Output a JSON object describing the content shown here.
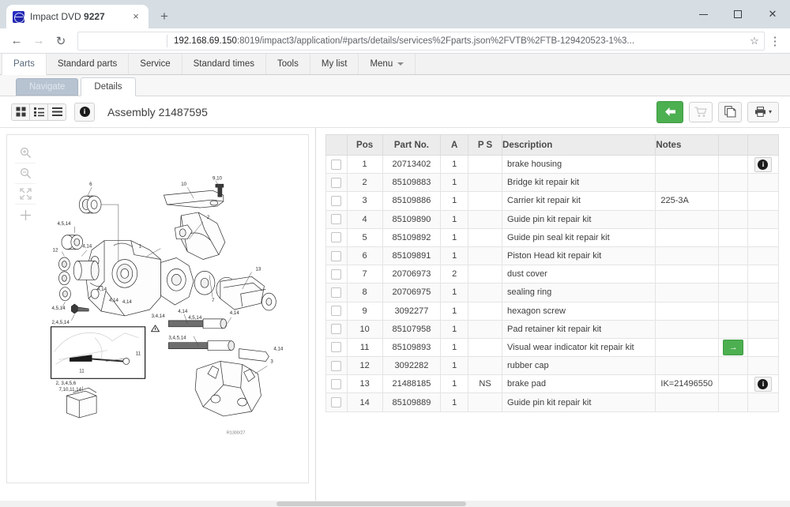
{
  "browser": {
    "tab": {
      "title_main": "Impact DVD",
      "title_bold": "9227",
      "close": "×",
      "favicon": "globe-icon"
    },
    "newtab_label": "+",
    "window": {
      "minimize": "–",
      "maximize": "□",
      "close": "✕"
    },
    "nav": {
      "back": "←",
      "forward": "→",
      "reload": "↻",
      "menu": "⋮"
    },
    "url": {
      "host": "192.168.69.150",
      "path": ":8019/impact3/application/#parts/details/services%2Fparts.json%2FVTB%2FTB-129420523-1%3...",
      "star": "☆"
    }
  },
  "mainnav": {
    "items": [
      {
        "label": "Parts",
        "active": true
      },
      {
        "label": "Standard parts",
        "active": false
      },
      {
        "label": "Service",
        "active": false
      },
      {
        "label": "Standard times",
        "active": false
      },
      {
        "label": "Tools",
        "active": false
      },
      {
        "label": "My list",
        "active": false
      },
      {
        "label": "Menu",
        "active": false,
        "caret": true
      }
    ]
  },
  "subnav": {
    "tabs": [
      {
        "label": "Navigate",
        "state": "muted"
      },
      {
        "label": "Details",
        "state": "active"
      }
    ]
  },
  "toolbar": {
    "view_grid": "grid-view-icon",
    "view_list": "list-view-icon",
    "view_rows": "rows-view-icon",
    "info": "info-icon",
    "title": "Assembly 21487595",
    "back": "back-arrow-icon",
    "cart": "cart-icon",
    "copy": "copy-icon",
    "print": "printer-icon",
    "print_caret": "▾"
  },
  "drawing": {
    "zoom_in": "zoom-in-icon",
    "zoom_out": "zoom-out-icon",
    "fit": "fit-screen-icon",
    "pan": "pan-icon",
    "drawing_id": "R1300/27",
    "callouts": [
      "6",
      "4,5,14",
      "4,14",
      "12",
      "4,5,14",
      "2,4,5,14",
      "1",
      "10",
      "9,10",
      "2",
      "4,14",
      "4,5,14",
      "3,4,14",
      "4,14",
      "3,4,5,14",
      "4,14",
      "11",
      "11",
      "2, 3,4,5,6",
      "7,10,11,14",
      "13",
      "3,4,5,14",
      "4,14",
      "3",
      "7",
      "4,14"
    ]
  },
  "table": {
    "columns": [
      {
        "key": "chk",
        "label": ""
      },
      {
        "key": "pos",
        "label": "Pos"
      },
      {
        "key": "part",
        "label": "Part No."
      },
      {
        "key": "a",
        "label": "A"
      },
      {
        "key": "ps",
        "label": "P S"
      },
      {
        "key": "desc",
        "label": "Description"
      },
      {
        "key": "notes",
        "label": "Notes"
      },
      {
        "key": "x1",
        "label": ""
      },
      {
        "key": "x2",
        "label": ""
      }
    ],
    "rows": [
      {
        "pos": "1",
        "part": "20713402",
        "a": "1",
        "ps": "",
        "desc": "brake housing",
        "notes": "",
        "x1": "",
        "x2": "info"
      },
      {
        "pos": "2",
        "part": "85109883",
        "a": "1",
        "ps": "",
        "desc": "Bridge kit repair kit",
        "notes": "",
        "x1": "",
        "x2": ""
      },
      {
        "pos": "3",
        "part": "85109886",
        "a": "1",
        "ps": "",
        "desc": "Carrier kit repair kit",
        "notes": "225-3A",
        "x1": "",
        "x2": ""
      },
      {
        "pos": "4",
        "part": "85109890",
        "a": "1",
        "ps": "",
        "desc": "Guide pin kit repair kit",
        "notes": "",
        "x1": "",
        "x2": ""
      },
      {
        "pos": "5",
        "part": "85109892",
        "a": "1",
        "ps": "",
        "desc": "Guide pin seal kit repair kit",
        "notes": "",
        "x1": "",
        "x2": ""
      },
      {
        "pos": "6",
        "part": "85109891",
        "a": "1",
        "ps": "",
        "desc": "Piston Head kit repair kit",
        "notes": "",
        "x1": "",
        "x2": ""
      },
      {
        "pos": "7",
        "part": "20706973",
        "a": "2",
        "ps": "",
        "desc": "dust cover",
        "notes": "",
        "x1": "",
        "x2": ""
      },
      {
        "pos": "8",
        "part": "20706975",
        "a": "1",
        "ps": "",
        "desc": "sealing ring",
        "notes": "",
        "x1": "",
        "x2": ""
      },
      {
        "pos": "9",
        "part": "3092277",
        "a": "1",
        "ps": "",
        "desc": "hexagon screw",
        "notes": "",
        "x1": "",
        "x2": ""
      },
      {
        "pos": "10",
        "part": "85107958",
        "a": "1",
        "ps": "",
        "desc": "Pad retainer kit repair kit",
        "notes": "",
        "x1": "",
        "x2": ""
      },
      {
        "pos": "11",
        "part": "85109893",
        "a": "1",
        "ps": "",
        "desc": "Visual wear indicator kit repair kit",
        "notes": "",
        "x1": "arrow",
        "x2": ""
      },
      {
        "pos": "12",
        "part": "3092282",
        "a": "1",
        "ps": "",
        "desc": "rubber cap",
        "notes": "",
        "x1": "",
        "x2": ""
      },
      {
        "pos": "13",
        "part": "21488185",
        "a": "1",
        "ps": "NS",
        "desc": "brake pad",
        "notes": "IK=21496550",
        "x1": "",
        "x2": "info"
      },
      {
        "pos": "14",
        "part": "85109889",
        "a": "1",
        "ps": "",
        "desc": "Guide pin kit repair kit",
        "notes": "",
        "x1": "",
        "x2": ""
      }
    ],
    "icons": {
      "info": "i",
      "arrow": "→"
    }
  },
  "colors": {
    "accent_green": "#4caf50",
    "tab_muted": "#b7c3d1",
    "header_grey": "#ececec",
    "chrome_grey": "#d6dde3"
  }
}
